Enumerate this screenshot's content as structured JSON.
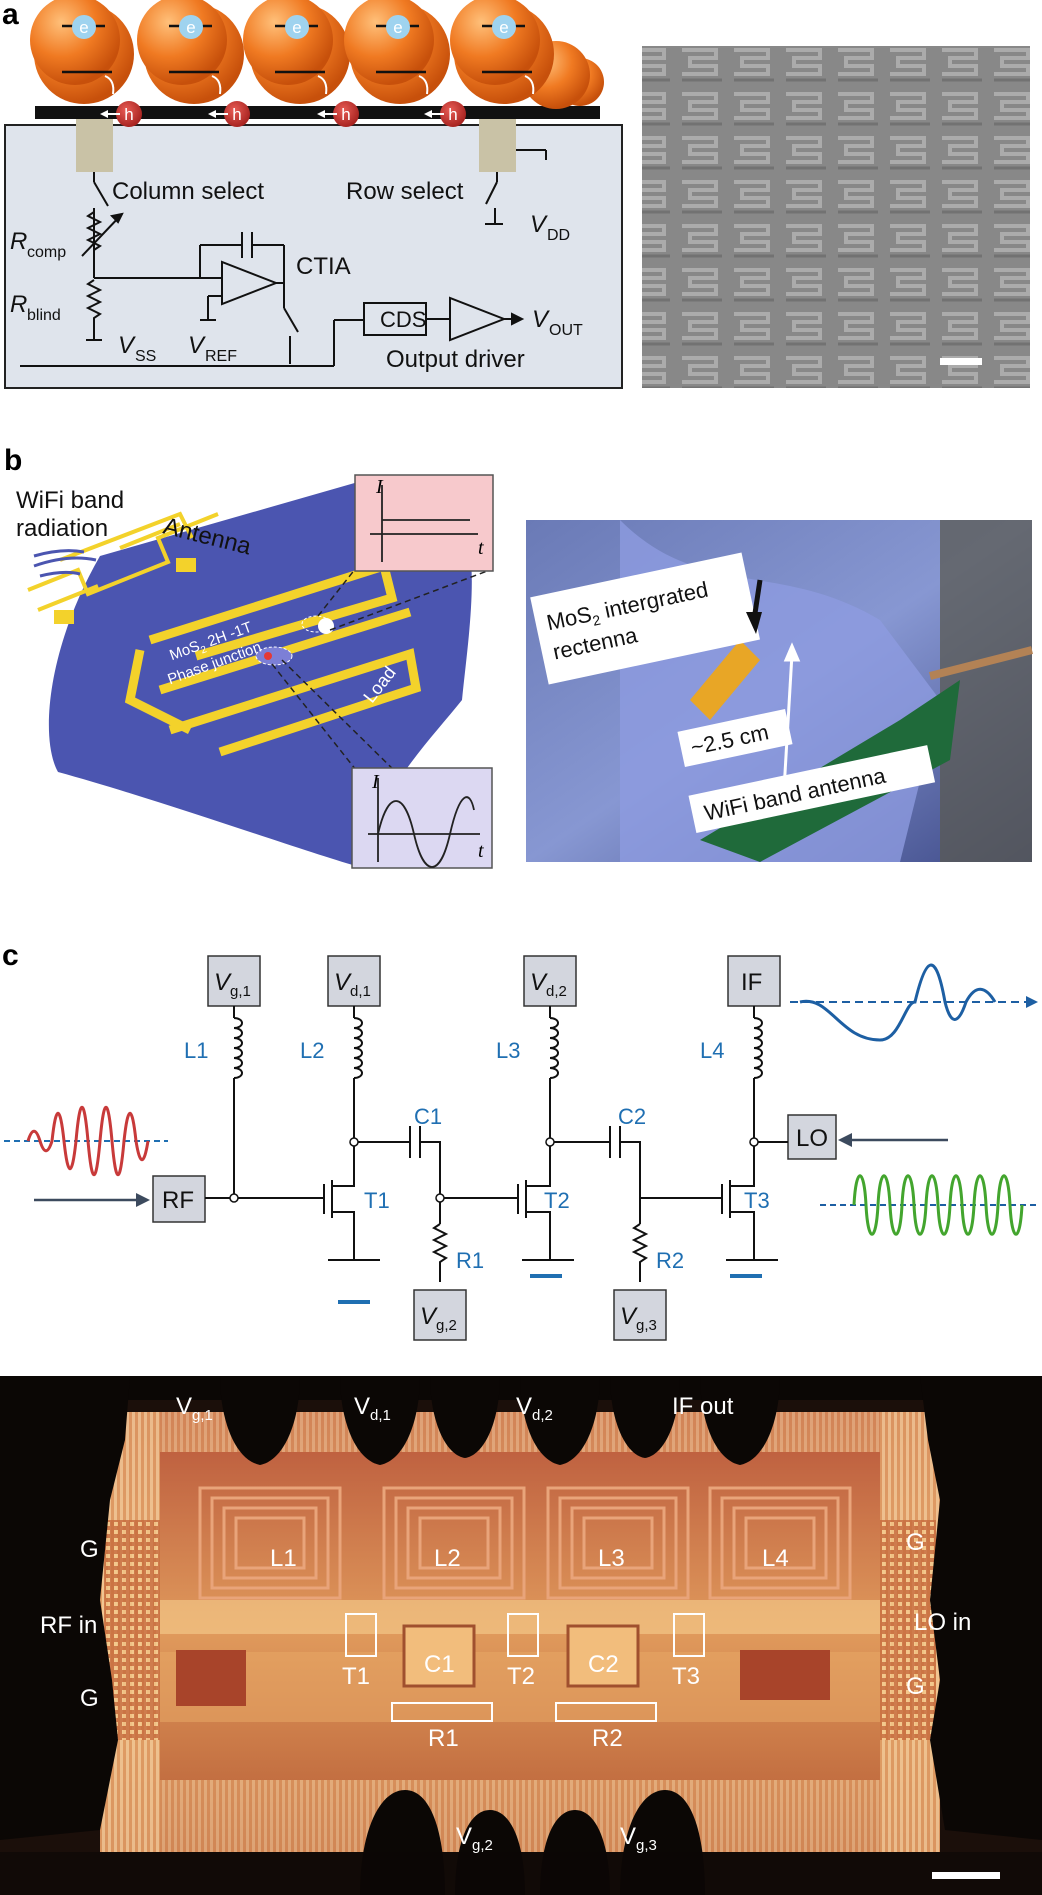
{
  "panel_a": {
    "letter": "a",
    "electron": "e",
    "hole": "h",
    "column_select": "Column select",
    "row_select": "Row select",
    "r_comp": "R",
    "r_comp_sub": "comp",
    "r_blind": "R",
    "r_blind_sub": "blind",
    "ctia": "CTIA",
    "vdd": "V",
    "vdd_sub": "DD",
    "vss": "V",
    "vss_sub": "SS",
    "vref": "V",
    "vref_sub": "REF",
    "cds": "CDS",
    "vout": "V",
    "vout_sub": "OUT",
    "output_driver": "Output driver"
  },
  "panel_b": {
    "letter": "b",
    "wifi_radiation_1": "WiFi band",
    "wifi_radiation_2": "radiation",
    "antenna": "Antenna",
    "junction_1": "MoS",
    "junction_1_sub": "2",
    "junction_1_rest": " 2H -1T",
    "junction_2": "Phase junction",
    "load": "Load",
    "axis_i": "I",
    "axis_t": "t",
    "photo_label_1": "MoS",
    "photo_label_1_sub": "2",
    "photo_label_1_rest": " intergrated",
    "photo_label_2": "rectenna",
    "distance": "~2.5 cm",
    "wifi_antenna": "WiFi band antenna"
  },
  "panel_c": {
    "letter": "c",
    "vg1": "V",
    "vg1_sub": "g,1",
    "vd1": "V",
    "vd1_sub": "d,1",
    "vd2": "V",
    "vd2_sub": "d,2",
    "if": "IF",
    "lo": "LO",
    "rf": "RF",
    "vg2": "V",
    "vg2_sub": "g,2",
    "vg3": "V",
    "vg3_sub": "g,3",
    "inductors": [
      "L1",
      "L2",
      "L3",
      "L4"
    ],
    "capacitors": [
      "C1",
      "C2"
    ],
    "transistors": [
      "T1",
      "T2",
      "T3"
    ],
    "resistors": [
      "R1",
      "R2"
    ]
  },
  "panel_chip": {
    "vg1": "V",
    "vg1_sub": "g,1",
    "vd1": "V",
    "vd1_sub": "d,1",
    "vd2": "V",
    "vd2_sub": "d,2",
    "if_out": "IF out",
    "g_left_top": "G",
    "rf_in": "RF in",
    "g_left_bottom": "G",
    "g_right_top": "G",
    "lo_in": "LO in",
    "g_right_bottom": "G",
    "inductors": [
      "L1",
      "L2",
      "L3",
      "L4"
    ],
    "capacitors": [
      "C1",
      "C2"
    ],
    "transistors": [
      "T1",
      "T2",
      "T3"
    ],
    "resistors": [
      "R1",
      "R2"
    ],
    "vg2": "V",
    "vg2_sub": "g,2",
    "vg3": "V",
    "vg3_sub": "g,3"
  },
  "colors": {
    "sphere": "#f07a22",
    "hole": "#c9302c",
    "electron": "#9fd3ef",
    "circuit_bg": "#dfe4ec",
    "pad": "#c9c2a6",
    "board": "#4b55b0",
    "antenna_gold": "#f3d22b",
    "pink_box": "#f7c9cc",
    "lavender_box": "#dcd8f2",
    "glove": "#7888c8",
    "blue_label": "#1f6fb2",
    "rf_wave": "#c83a3a",
    "if_wave": "#1d5fa3",
    "lo_wave": "#43a52e",
    "block_fill": "#d3d6de",
    "chip_bg": "#c8643a"
  }
}
